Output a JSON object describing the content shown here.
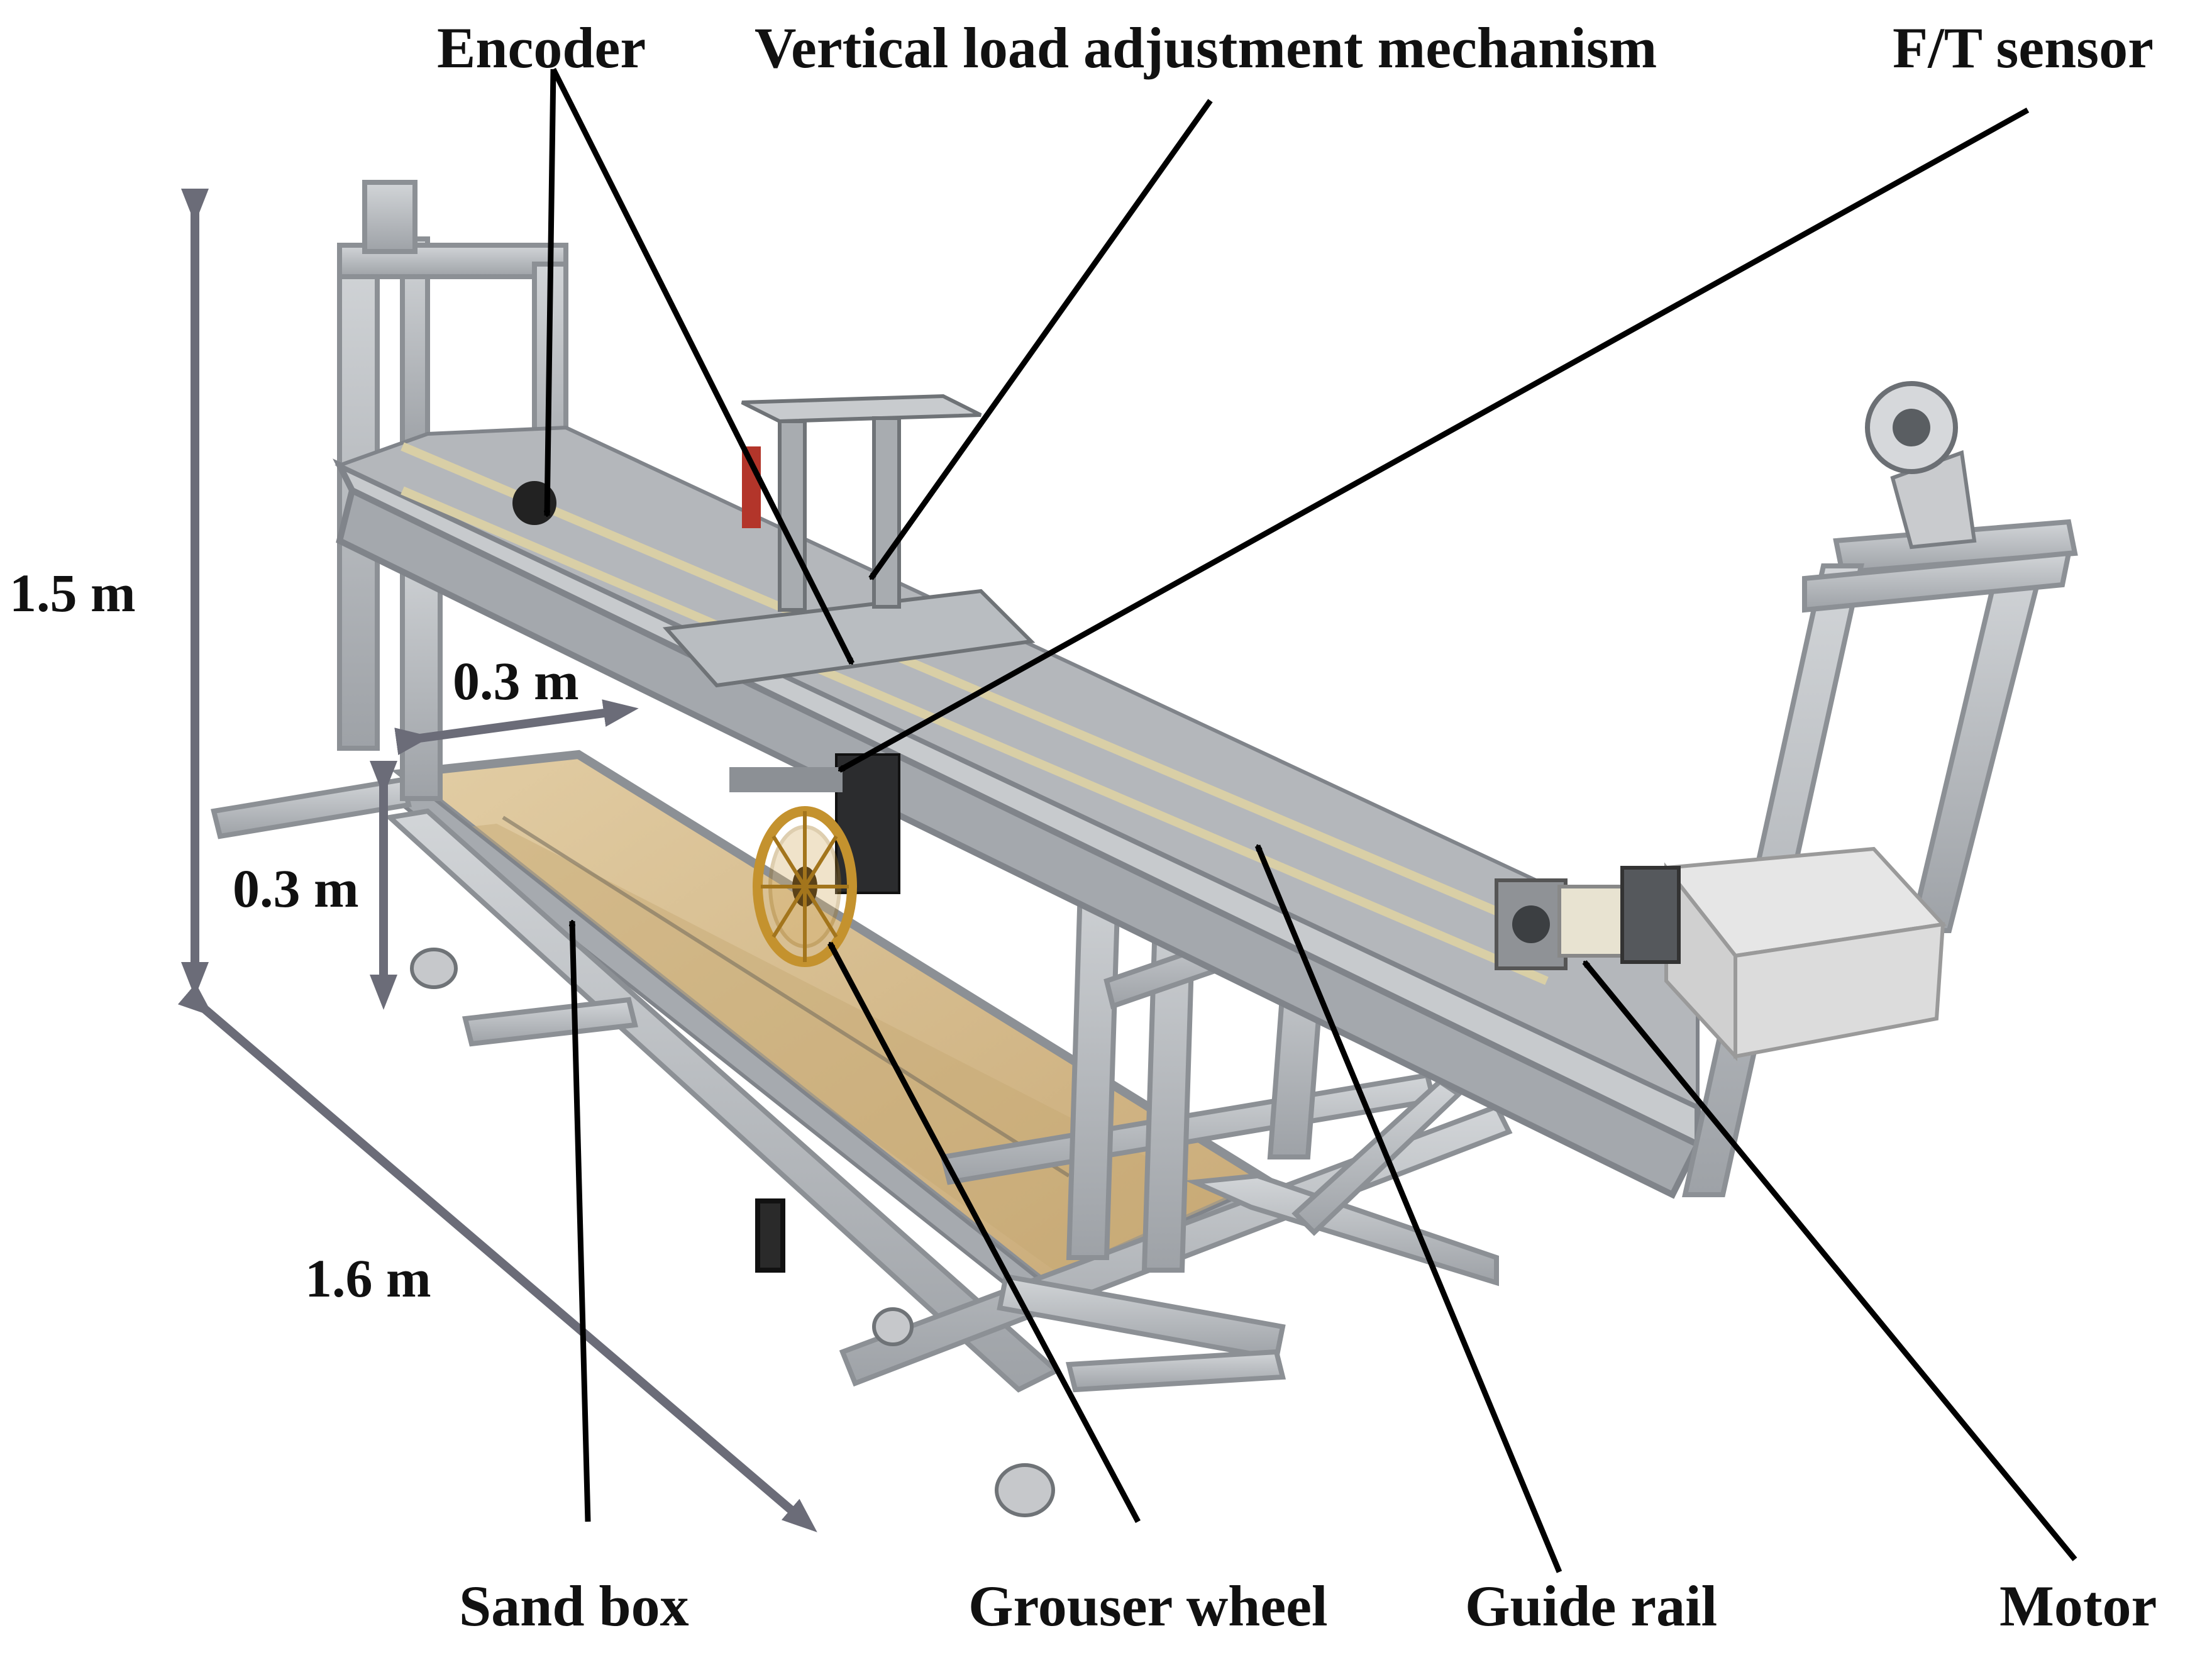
{
  "labels": {
    "encoder": "Encoder",
    "vertical_load": "Vertical load adjustment mechanism",
    "ft_sensor": "F/T sensor",
    "sand_box": "Sand box",
    "grouser_wheel": "Grouser wheel",
    "guide_rail": "Guide rail",
    "motor": "Motor"
  },
  "dimensions": {
    "height": "1.5 m",
    "width_top": "0.3 m",
    "depth_box": "0.3 m",
    "length": "1.6 m"
  },
  "colors": {
    "frame": "#b9bcc0",
    "frame_dark": "#8c9095",
    "sand": "#d8c095",
    "sand_dark": "#b89a68",
    "rail": "#efe6c8",
    "dimension_arrow": "#6b6c78",
    "callout": "#000000",
    "wheel": "#c4922e",
    "motor_box": "#d9d9d9"
  }
}
